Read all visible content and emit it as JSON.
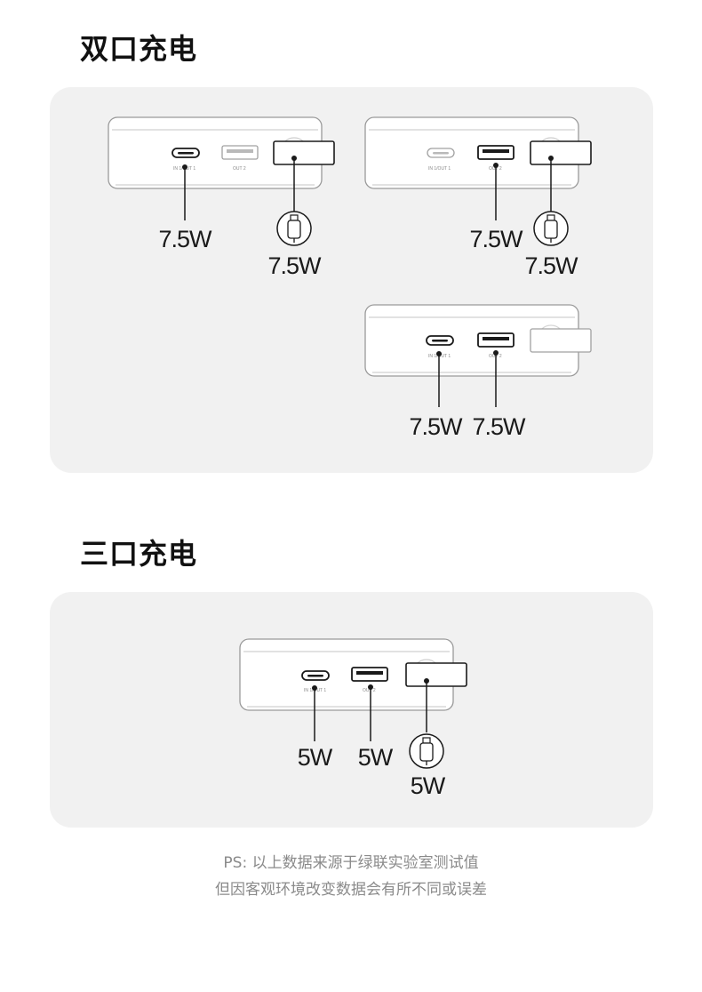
{
  "sections": [
    {
      "title": "双口充电",
      "configs": [
        {
          "labels": [
            "7.5W",
            "7.5W"
          ]
        },
        {
          "labels": [
            "7.5W",
            "7.5W"
          ]
        },
        {
          "labels": [
            "7.5W",
            "7.5W"
          ]
        }
      ]
    },
    {
      "title": "三口充电",
      "configs": [
        {
          "labels": [
            "5W",
            "5W",
            "5W"
          ]
        }
      ]
    }
  ],
  "port_labels": {
    "port1": "IN 1/OUT 1",
    "port2": "OUT 2"
  },
  "footnote": {
    "line1": "PS: 以上数据来源于绿联实验室测试值",
    "line2": "但因客观环境改变数据会有所不同或误差"
  },
  "colors": {
    "panel_bg": "#f1f1f1",
    "outline": "#9a9a9a",
    "active_line": "#1a1a1a",
    "footnote_text": "#8a8a8a"
  }
}
